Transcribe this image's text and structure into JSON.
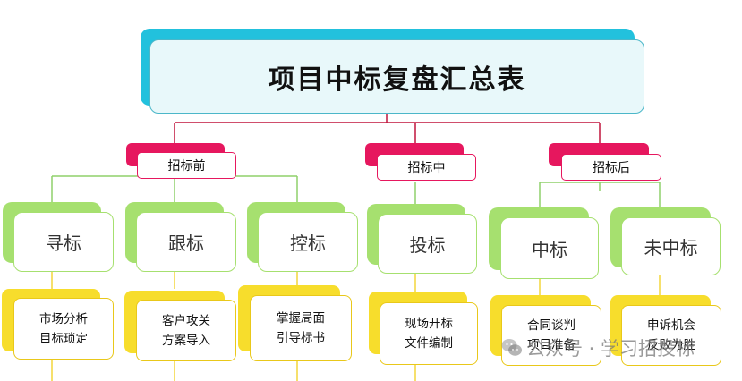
{
  "title": "项目中标复盘汇总表",
  "phases": [
    {
      "label": "招标前",
      "stages": [
        {
          "label": "寻标",
          "tasks": [
            "市场分析",
            "目标琐定"
          ]
        },
        {
          "label": "跟标",
          "tasks": [
            "客户攻关",
            "方案导入"
          ]
        },
        {
          "label": "控标",
          "tasks": [
            "掌握局面",
            "引导标书"
          ]
        }
      ]
    },
    {
      "label": "招标中",
      "stages": [
        {
          "label": "投标",
          "tasks": [
            "现场开标",
            "文件编制"
          ]
        }
      ]
    },
    {
      "label": "招标后",
      "stages": [
        {
          "label": "中标",
          "tasks": [
            "合同谈判",
            "项目准备"
          ]
        },
        {
          "label": "未中标",
          "tasks": [
            "申诉机会",
            "反败为胜"
          ]
        }
      ]
    }
  ],
  "watermark": {
    "text": "公众号 · 学习招投标",
    "icon": "wechat-icon"
  },
  "colors": {
    "title_accent": "#22c1dd",
    "phase_accent": "#e6175e",
    "stage_accent": "#a6e06f",
    "task_accent": "#f7dd2c",
    "line_title": "#c0143c",
    "line_green": "#8fd06a"
  }
}
